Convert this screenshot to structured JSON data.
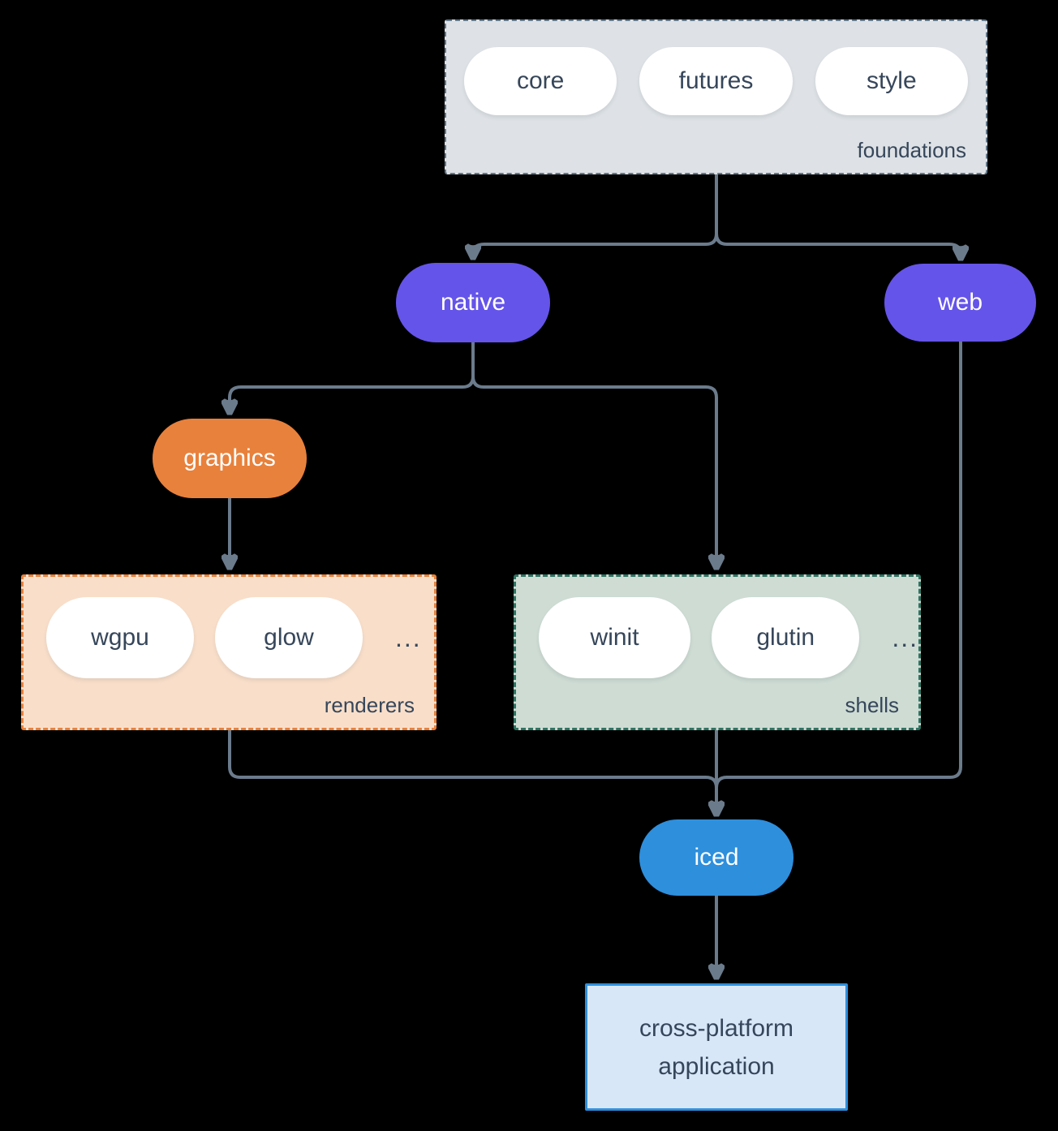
{
  "foundations": {
    "label": "foundations",
    "pills": [
      "core",
      "futures",
      "style"
    ]
  },
  "native": {
    "label": "native"
  },
  "web": {
    "label": "web"
  },
  "graphics": {
    "label": "graphics"
  },
  "renderers": {
    "label": "renderers",
    "pills": [
      "wgpu",
      "glow"
    ],
    "ellipsis": "..."
  },
  "shells": {
    "label": "shells",
    "pills": [
      "winit",
      "glutin"
    ],
    "ellipsis": "..."
  },
  "iced": {
    "label": "iced"
  },
  "application": {
    "label": "cross-platform application"
  },
  "colors": {
    "background": "#000000",
    "pill_bg": "#FFFFFF",
    "text_dark": "#36465A",
    "text_light": "#FFFFFF",
    "connector": "#6B7B8C",
    "purple": "#6554E9",
    "orange": "#E8813C",
    "blue": "#2E8FDC",
    "foundations_bg": "#DEE2E6",
    "foundations_border": "#64788A",
    "renderers_bg": "#F9DFCA",
    "renderers_border": "#E8813C",
    "shells_bg": "#CEDCD4",
    "shells_border": "#2F7361",
    "app_bg": "#D8E7F8",
    "app_border": "#2E8FDC"
  }
}
